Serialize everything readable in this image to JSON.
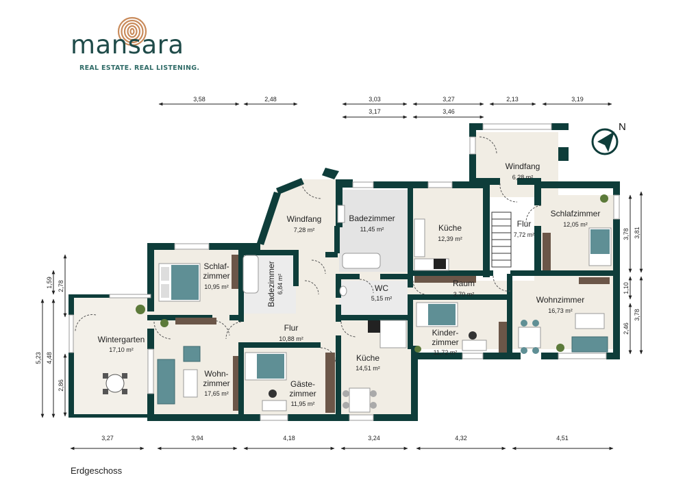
{
  "brand": {
    "name": "mansara",
    "tagline": "REAL ESTATE. REAL LISTENING."
  },
  "colors": {
    "wall": "#0e3d3a",
    "floor": "#f1ede4",
    "bath_floor": "#e8e8e8",
    "furniture_accent": "#5f8f95",
    "wood": "#6b5648",
    "logo_copper": "#c98b5b"
  },
  "floor_label": "Erdgeschoss",
  "compass": {
    "label": "N"
  },
  "rooms": [
    {
      "name": "Windfang",
      "area": "6,28 m²"
    },
    {
      "name": "Windfang",
      "area": "7,28 m²"
    },
    {
      "name": "Badezimmer",
      "area": "11,45 m²"
    },
    {
      "name": "Küche",
      "area": "12,39 m²"
    },
    {
      "name": "Flur",
      "area": "7,72 m²"
    },
    {
      "name": "Schlafzimmer",
      "area": "12,05 m²"
    },
    {
      "name": "Schlaf-",
      "name2": "zimmer",
      "area": "10,95 m²"
    },
    {
      "name": "Badezimmer",
      "area": "6,84 m²"
    },
    {
      "name": "WC",
      "area": "5,15 m²"
    },
    {
      "name": "Raum",
      "area": "3,70 m²"
    },
    {
      "name": "Wohnzimmer",
      "area": "16,73 m²"
    },
    {
      "name": "Wintergarten",
      "area": "17,10 m²"
    },
    {
      "name": "Flur",
      "area": "10,88 m²"
    },
    {
      "name": "Wohn-",
      "name2": "zimmer",
      "area": "17,65 m²"
    },
    {
      "name": "Gäste-",
      "name2": "zimmer",
      "area": "11,95 m²"
    },
    {
      "name": "Küche",
      "area": "14,51 m²"
    },
    {
      "name": "Kinder-",
      "name2": "zimmer",
      "area": "11,72 m²"
    }
  ],
  "dimensions": {
    "top_row1": [
      "3,58",
      "2,48",
      "3,03",
      "3,27",
      "2,13",
      "3,19"
    ],
    "top_row2": [
      "3,17",
      "3,46"
    ],
    "bottom": [
      "3,27",
      "3,94",
      "4,18",
      "3,24",
      "4,32",
      "4,51"
    ],
    "left_inner": [
      "1,59",
      "4,48",
      "2,86"
    ],
    "left_outer": [
      "2,78",
      "5,23"
    ],
    "right_inner": [
      "3,78",
      "1,10",
      "2,46"
    ],
    "right_outer": [
      "3,81",
      "3,78"
    ]
  }
}
